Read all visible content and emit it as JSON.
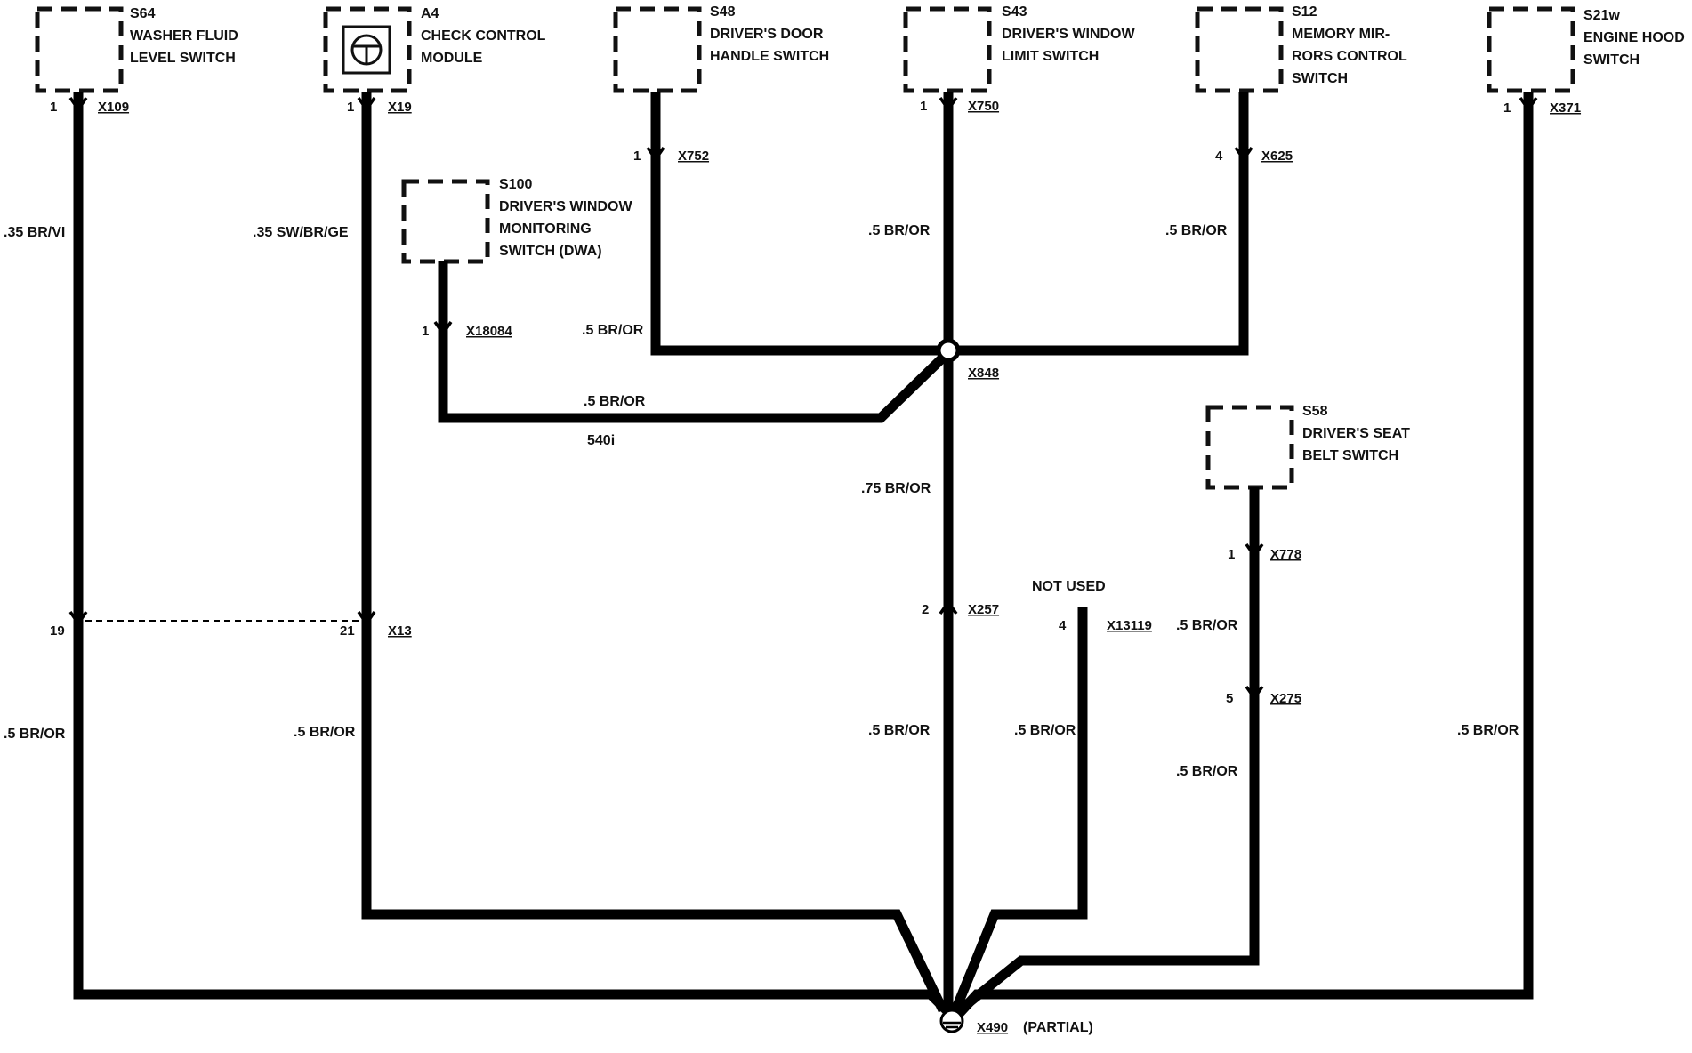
{
  "components": {
    "s64": {
      "id": "S64",
      "name_line1": "WASHER FLUID",
      "name_line2": "LEVEL SWITCH",
      "name_line3": ""
    },
    "a4": {
      "id": "A4",
      "name_line1": "CHECK CONTROL",
      "name_line2": "MODULE",
      "name_line3": ""
    },
    "s48": {
      "id": "S48",
      "name_line1": "DRIVER'S DOOR",
      "name_line2": "HANDLE SWITCH",
      "name_line3": ""
    },
    "s43": {
      "id": "S43",
      "name_line1": "DRIVER'S WINDOW",
      "name_line2": "LIMIT SWITCH",
      "name_line3": ""
    },
    "s12": {
      "id": "S12",
      "name_line1": "MEMORY MIR-",
      "name_line2": "RORS CONTROL",
      "name_line3": "SWITCH"
    },
    "s21w": {
      "id": "S21w",
      "name_line1": "ENGINE HOOD",
      "name_line2": "SWITCH",
      "name_line3": ""
    },
    "s100": {
      "id": "S100",
      "name_line1": "DRIVER'S WINDOW",
      "name_line2": "MONITORING",
      "name_line3": "SWITCH (DWA)"
    },
    "s58": {
      "id": "S58",
      "name_line1": "DRIVER'S SEAT",
      "name_line2": "BELT SWITCH",
      "name_line3": ""
    }
  },
  "connectors": {
    "x109": {
      "pin": "1",
      "label": "X109"
    },
    "x19": {
      "pin": "1",
      "label": "X19"
    },
    "x752": {
      "pin": "1",
      "label": "X752"
    },
    "x750": {
      "pin": "1",
      "label": "X750"
    },
    "x625": {
      "pin": "4",
      "label": "X625"
    },
    "x371": {
      "pin": "1",
      "label": "X371"
    },
    "x18084": {
      "pin": "1",
      "label": "X18084"
    },
    "x848": {
      "label": "X848"
    },
    "x778": {
      "pin": "1",
      "label": "X778"
    },
    "x13_left": {
      "pin": "19"
    },
    "x13": {
      "pin": "21",
      "label": "X13"
    },
    "x257": {
      "pin": "2",
      "label": "X257"
    },
    "x13119": {
      "pin": "4",
      "label": "X13119",
      "note": "NOT USED"
    },
    "x275": {
      "pin": "5",
      "label": "X275"
    },
    "x490": {
      "label": "X490",
      "note": "(PARTIAL)"
    }
  },
  "wires": {
    "w1_top": ".35 BR/VI",
    "w2_top": ".35 SW/BR/GE",
    "w_s48": ".5 BR/OR",
    "w_s43": ".5 BR/OR",
    "w_s12": ".5 BR/OR",
    "w_s100": ".5 BR/OR",
    "w_s100_variant": "540i",
    "w_splice_down": ".75 BR/OR",
    "w1_bottom": ".5 BR/OR",
    "w2_bottom": ".5 BR/OR",
    "w_center_bottom": ".5 BR/OR",
    "w_notused": ".5 BR/OR",
    "w_s58_mid": ".5 BR/OR",
    "w_s58_bottom": ".5 BR/OR",
    "w_s21w": ".5 BR/OR"
  }
}
